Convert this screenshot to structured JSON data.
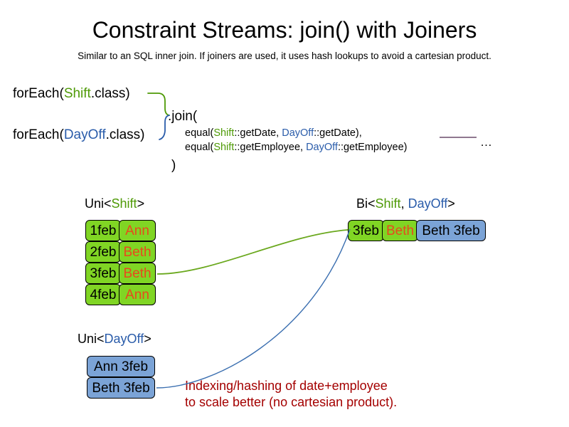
{
  "slide": {
    "title": "Constraint Streams: join() with Joiners",
    "subtitle": "Similar to an SQL inner join. If joiners are used, it uses hash lookups to avoid a cartesian product."
  },
  "code": {
    "foreach_shift": {
      "prefix": "forEach(",
      "type": "Shift",
      "suffix": ".class)"
    },
    "foreach_dayoff": {
      "prefix": "forEach(",
      "type": "DayOff",
      "suffix": ".class)"
    },
    "join_open": ".join(",
    "join_close": ")",
    "joiner_lines": [
      {
        "fn_open": "equal(",
        "left_type": "Shift",
        "left_member": "::getDate, ",
        "right_type": "DayOff",
        "right_member": "::getDate),"
      },
      {
        "fn_open": "equal(",
        "left_type": "Shift",
        "left_member": "::getEmployee, ",
        "right_type": "DayOff",
        "right_member": "::getEmployee)"
      }
    ],
    "ellipsis": "…"
  },
  "captions": {
    "uni_shift": {
      "prefix": "Uni<",
      "type": "Shift",
      "suffix": ">"
    },
    "bi": {
      "prefix": "Bi<",
      "type_a": "Shift",
      "sep": ", ",
      "type_b": "DayOff",
      "suffix": ">"
    },
    "uni_dayoff": {
      "prefix": "Uni<",
      "type": "DayOff",
      "suffix": ">"
    }
  },
  "shift_stream": {
    "rows": [
      {
        "date": "1feb",
        "employee": "Ann"
      },
      {
        "date": "2feb",
        "employee": "Beth"
      },
      {
        "date": "3feb",
        "employee": "Beth"
      },
      {
        "date": "4feb",
        "employee": "Ann"
      }
    ]
  },
  "dayoff_stream": {
    "rows": [
      {
        "label": "Ann 3feb"
      },
      {
        "label": "Beth 3feb"
      }
    ]
  },
  "bi_stream": {
    "rows": [
      {
        "date": "3feb",
        "employee": "Beth",
        "dayoff": "Beth 3feb"
      }
    ]
  },
  "note": {
    "line1": "Indexing/hashing of date+employee",
    "line2": "to scale better (no cartesian product)."
  },
  "colors": {
    "shift_green": "#4e9a06",
    "dayoff_blue": "#2a5caa",
    "fact_green": "#80d524",
    "fact_blue": "#7ba3d6",
    "employee_orange": "#e8491d",
    "note_red": "#a40000",
    "ellipsis_rule": "#6b4b6b",
    "border_black": "#000000"
  }
}
